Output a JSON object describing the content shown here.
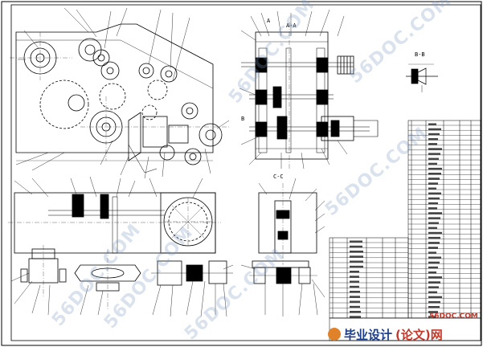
{
  "views": {
    "section_aa": "A-A",
    "section_bb": "B-B",
    "section_cc": "C-C",
    "detail_a": "A",
    "detail_b": "B"
  },
  "watermarks": [
    "56DOC.COM",
    "56DOC.COM",
    "56DOC.COM",
    "56DOC.COM",
    "56DOC.COM",
    "56DOC.COM"
  ],
  "brand": {
    "site": "56DOC.COM",
    "name": "毕业设计",
    "suffix": "(论文)网"
  },
  "colors": {
    "line": "#000000",
    "watermark": "#7896be",
    "brand_blue": "#1d3f8a",
    "brand_red": "#c0392b"
  },
  "icons": [
    "logo-mark-icon"
  ]
}
